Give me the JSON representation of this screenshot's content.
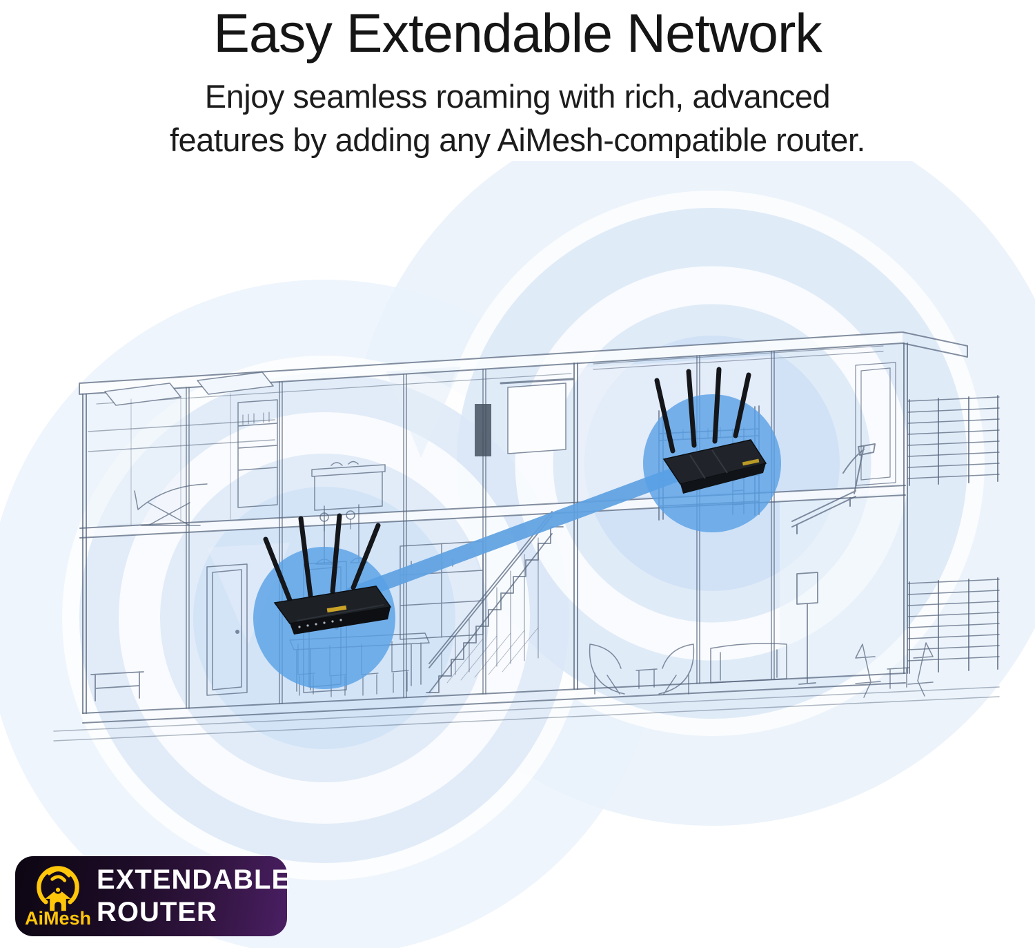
{
  "header": {
    "title": "Easy Extendable Network",
    "subtitle_line1": "Enjoy seamless roaming with rich, advanced",
    "subtitle_line2": "features by adding any AiMesh-compatible router."
  },
  "illustration": {
    "routers": [
      {
        "id": "primary-router",
        "icon": "asus-router-4-antenna-icon",
        "location": "ground-floor dining area"
      },
      {
        "id": "mesh-node-router",
        "icon": "asus-router-4-antenna-icon",
        "location": "upper-floor gym room"
      }
    ],
    "link_icon": "wifi-backhaul-beam",
    "colors": {
      "coverage_outer": "#e9f1fb",
      "coverage_mid": "#dce9f8",
      "coverage_ring": "#cbdff5",
      "hotspot_blue": "#58a0e6",
      "beam_blue": "#5fa2e2",
      "line_art": "#53637a",
      "router_body": "#16181c",
      "router_logo_gold": "#c9a227"
    }
  },
  "badge": {
    "icon": "aimesh-house-wifi-icon",
    "logo_text": "AiMesh",
    "label_line1": "EXTENDABLE",
    "label_line2": "ROUTER",
    "colors": {
      "background_dark": "#0d0612",
      "background_purple": "#4a1f63",
      "logo_yellow": "#ffc60a",
      "label_text": "#ffffff"
    }
  }
}
